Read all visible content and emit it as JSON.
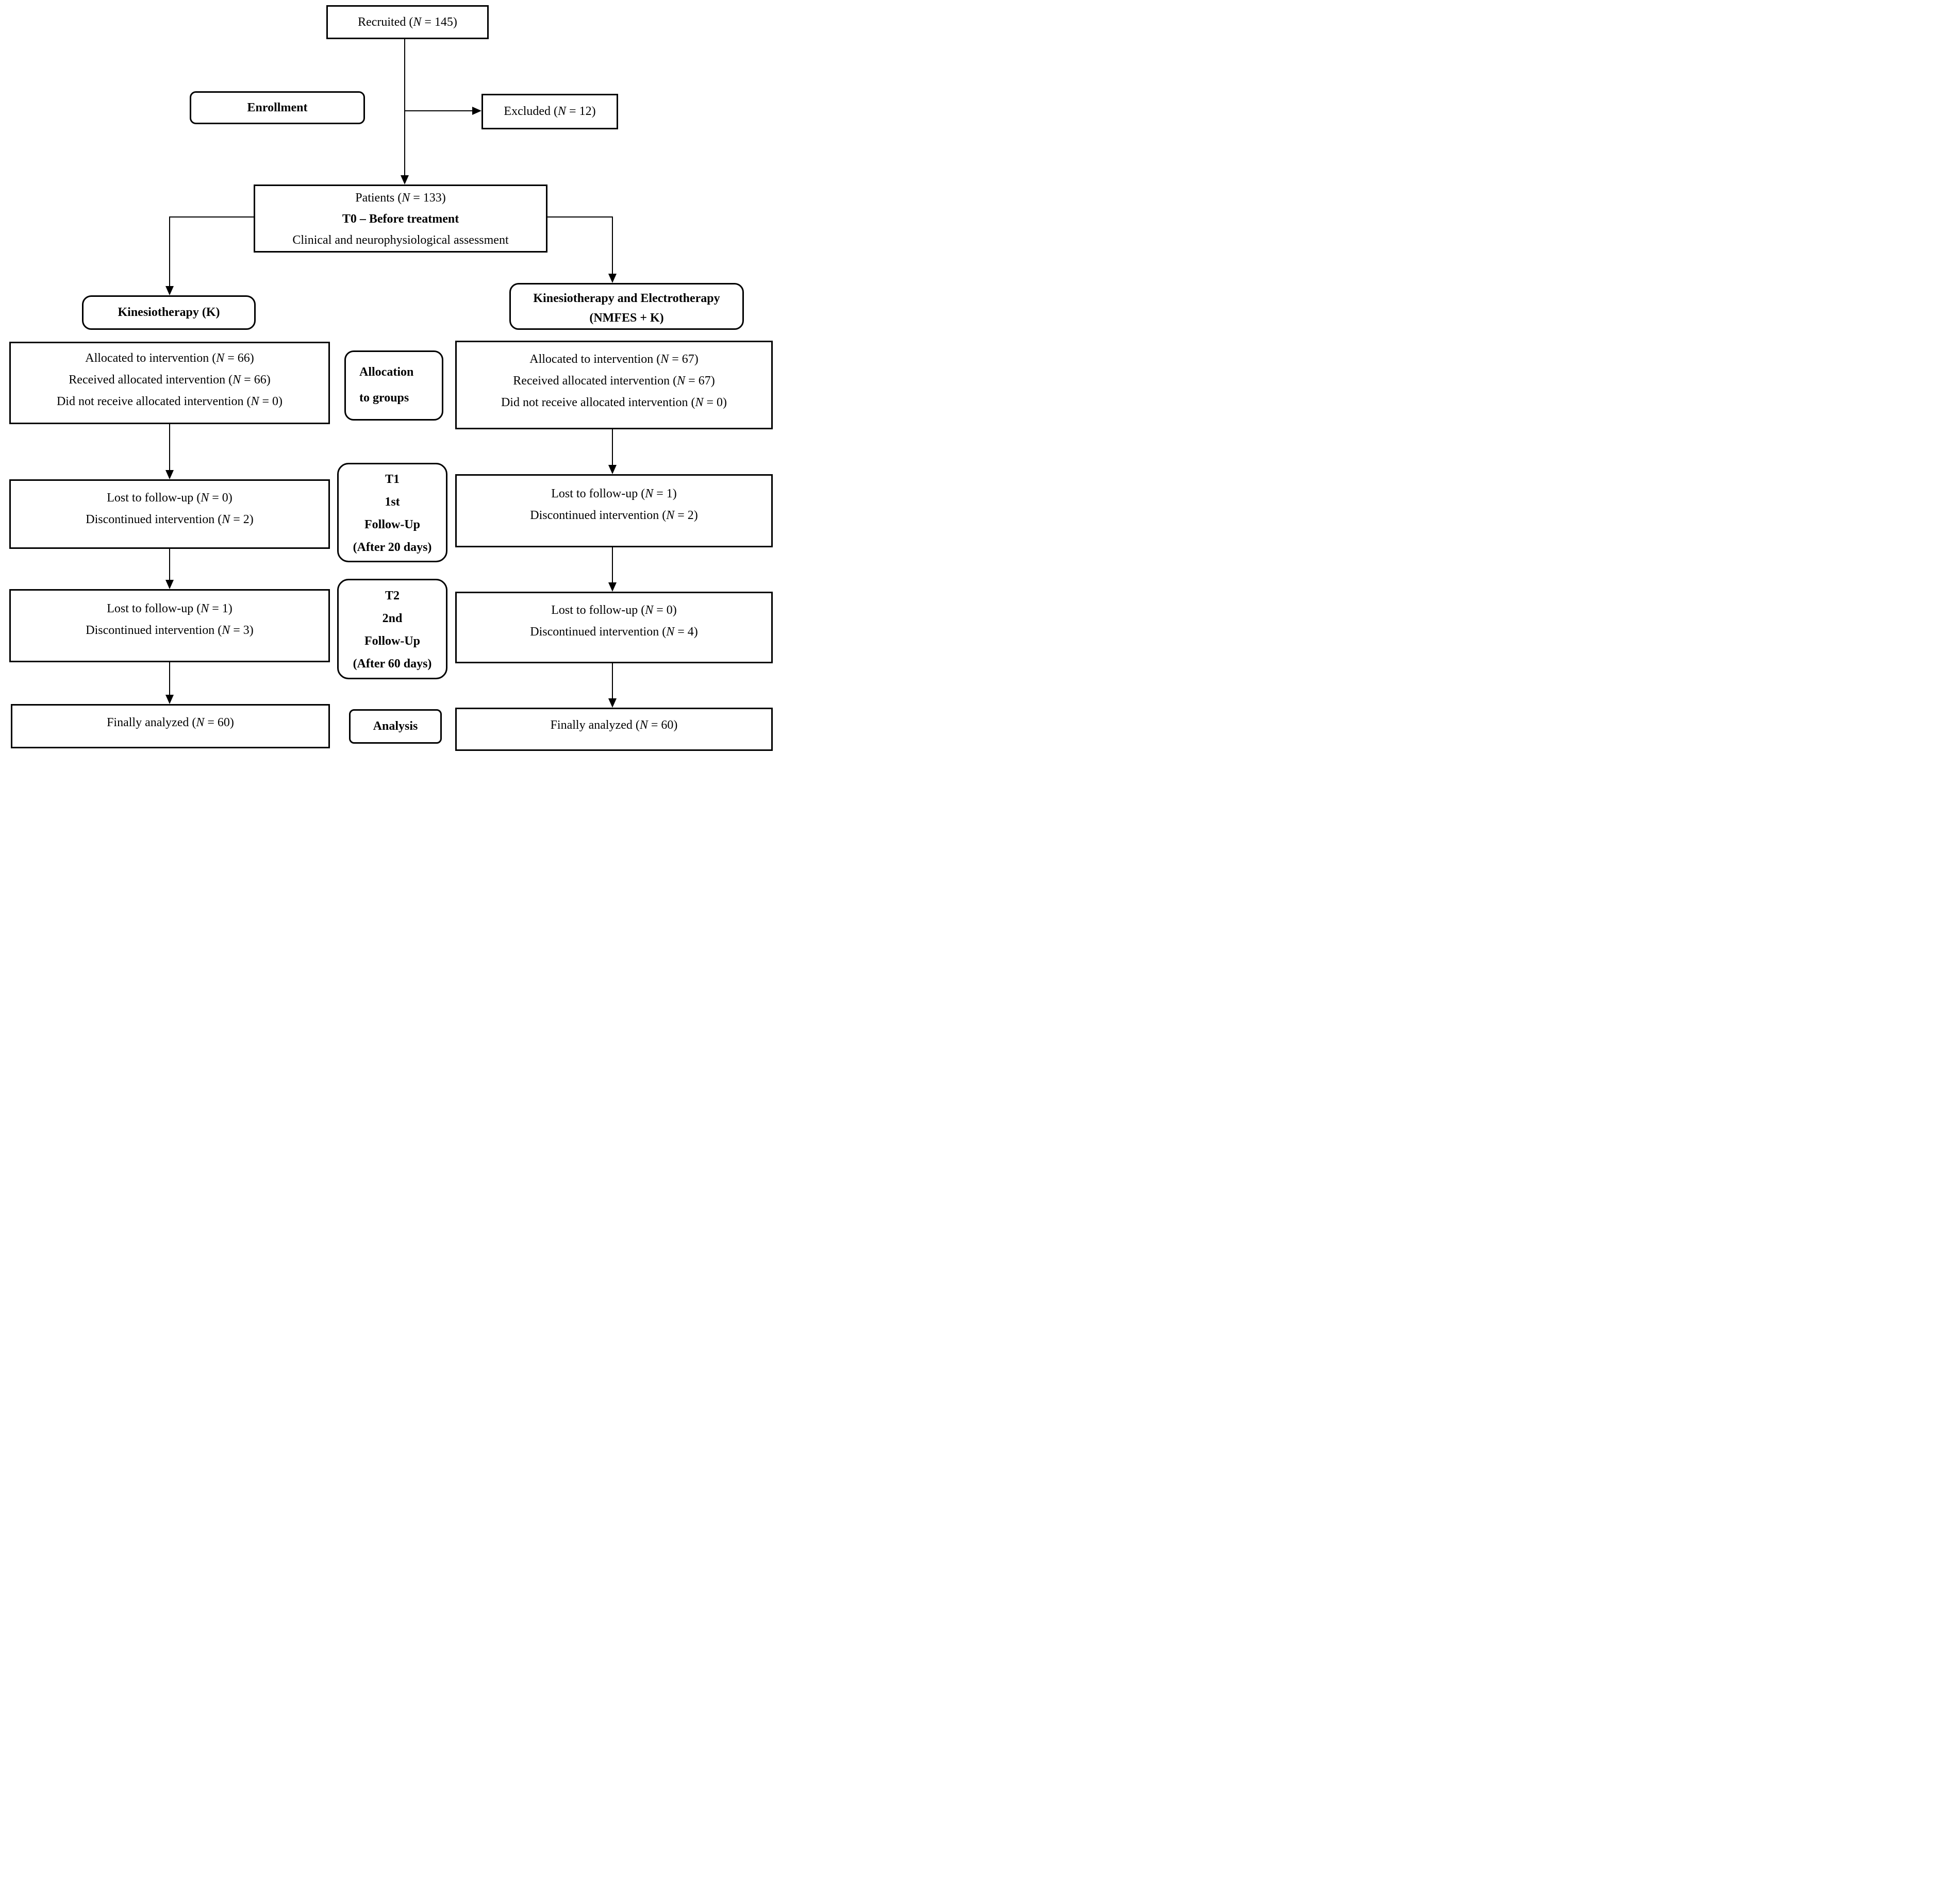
{
  "diagram": {
    "type": "consort-flowchart",
    "colors": {
      "background": "#ffffff",
      "line": "#000000",
      "text": "#000000"
    },
    "stages": {
      "enrollment_label": "Enrollment",
      "allocation_label_lines": [
        "Allocation",
        "to groups"
      ],
      "t1_label_lines": [
        "T1",
        "1st",
        "Follow-Up",
        "(After 20 days)"
      ],
      "t2_label_lines": [
        "T2",
        "2nd",
        "Follow-Up",
        "(After 60 days)"
      ],
      "analysis_label": "Analysis"
    },
    "nodes": {
      "recruited": "Recruited (N = 145)",
      "excluded": "Excluded (N = 12)",
      "patients": {
        "line1": "Patients (N = 133)",
        "line2": "T0 – Before treatment",
        "line3": "Clinical and neurophysiological assessment"
      },
      "group_k": "Kinesiotherapy (K)",
      "group_nmfes": [
        "Kinesiotherapy and Electrotherapy",
        "(NMFES + K)"
      ],
      "alloc_k": [
        "Allocated to intervention (N = 66)",
        "Received allocated intervention (N = 66)",
        "Did not receive allocated intervention (N = 0)"
      ],
      "alloc_nmfes": [
        "Allocated to intervention (N = 67)",
        "Received allocated intervention (N = 67)",
        "Did not receive allocated intervention (N = 0)"
      ],
      "t1_k": [
        "Lost to follow-up (N = 0)",
        "Discontinued intervention (N = 2)"
      ],
      "t1_nmfes": [
        "Lost to follow-up (N = 1)",
        "Discontinued intervention (N = 2)"
      ],
      "t2_k": [
        "Lost to follow-up (N = 1)",
        "Discontinued intervention (N = 3)"
      ],
      "t2_nmfes": [
        "Lost to follow-up (N = 0)",
        "Discontinued intervention (N = 4)"
      ],
      "analyzed_k": "Finally analyzed (N = 60)",
      "analyzed_nmfes": "Finally analyzed (N = 60)"
    }
  }
}
